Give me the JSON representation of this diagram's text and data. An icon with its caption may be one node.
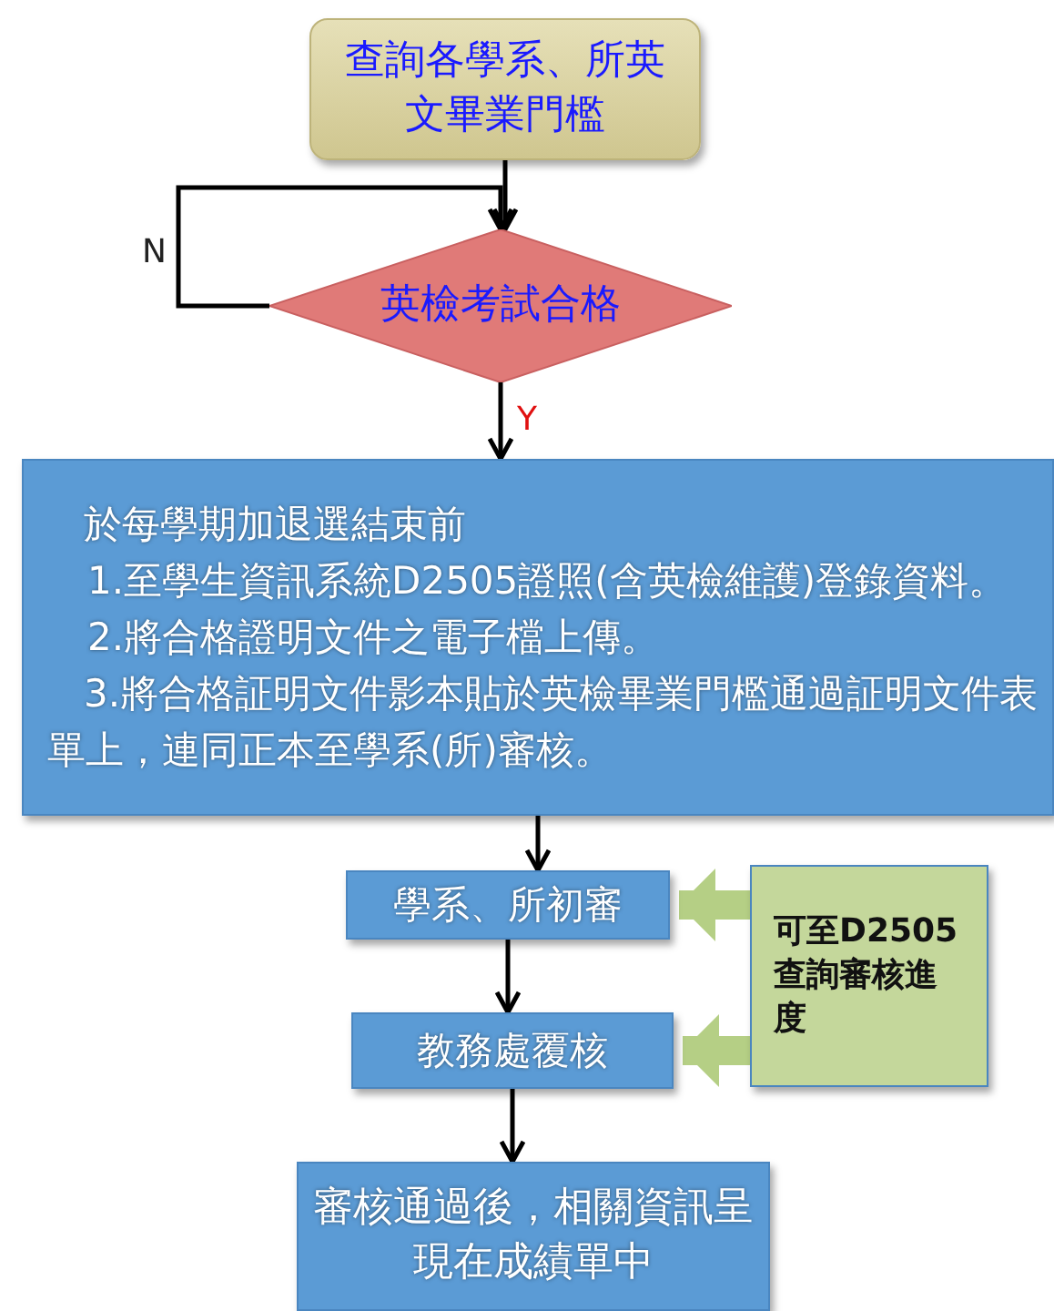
{
  "diagram": {
    "nodes": [
      {
        "text": [
          "查詢各學系、所英文畢業門檻"
        ]
      },
      {
        "text": [
          "英檢考試合格"
        ]
      },
      {
        "text": [
          "於每學期加退選結束前",
          "1.至學生資訊系統D2505證照(含英檢維護)登錄資料。",
          "2.將合格證明文件之電子檔上傳。",
          "3.將合格証明文件影本貼於英檢畢業門檻通過証明文件表單上，連同正本至學系(所)審核。"
        ]
      },
      {
        "text": [
          "學系、所初審"
        ]
      },
      {
        "text": [
          "教務處覆核"
        ]
      },
      {
        "text": [
          "審核通過後，相關資訊呈現在成績單中"
        ]
      },
      {
        "text": [
          "可至D2505查詢審核進度"
        ]
      }
    ],
    "edges": [
      {
        "from": 0,
        "to": 1,
        "arrow": "to"
      },
      {
        "from": 1,
        "to": 1,
        "arrow": "to",
        "label": "N"
      },
      {
        "from": 1,
        "to": 2,
        "arrow": "to",
        "label": "Y"
      },
      {
        "from": 2,
        "to": 3,
        "arrow": "to"
      },
      {
        "from": 3,
        "to": 4,
        "arrow": "to"
      },
      {
        "from": 4,
        "to": 5,
        "arrow": "to"
      },
      {
        "from": 6,
        "to": 3,
        "arrow": "to",
        "style": "thick",
        "color": "#b5cf85"
      },
      {
        "from": 6,
        "to": 4,
        "arrow": "to",
        "style": "thick",
        "color": "#b5cf85"
      }
    ]
  }
}
